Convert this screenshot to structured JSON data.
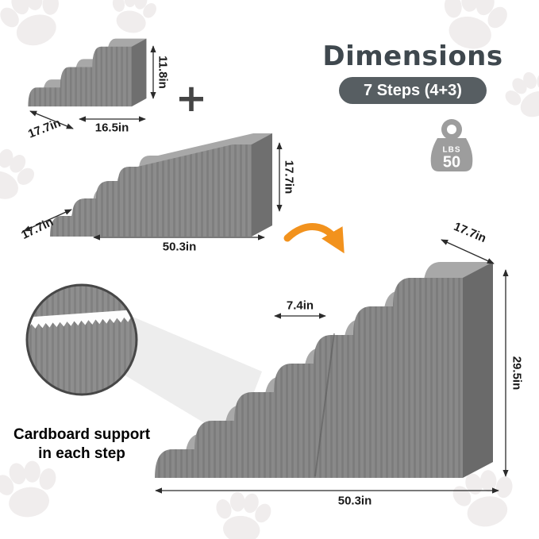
{
  "title": "Dimensions",
  "badge_label": "7 Steps (4+3)",
  "plus_sign": "+",
  "weight_badge": {
    "unit": "LBS",
    "value": "50"
  },
  "small_stair": {
    "height_label": "11.8in",
    "width_label": "16.5in",
    "depth_label": "17.7in"
  },
  "ramp_stair": {
    "height_label": "17.7in",
    "length_label": "50.3in",
    "depth_label": "17.7in"
  },
  "combined_stair": {
    "depth_label": "17.7in",
    "height_label": "29.5in",
    "length_label": "50.3in",
    "tread_label": "7.4in"
  },
  "callout": {
    "line1": "Cardboard support",
    "line2": "in each step"
  },
  "colors": {
    "accent_orange": "#F2921D",
    "badge_bg": "#575E62",
    "title_text": "#3F484E",
    "stair_gray": "#8C8C8C",
    "dim_text": "#1A1A1A",
    "paw_tint": "#F0EDED"
  }
}
